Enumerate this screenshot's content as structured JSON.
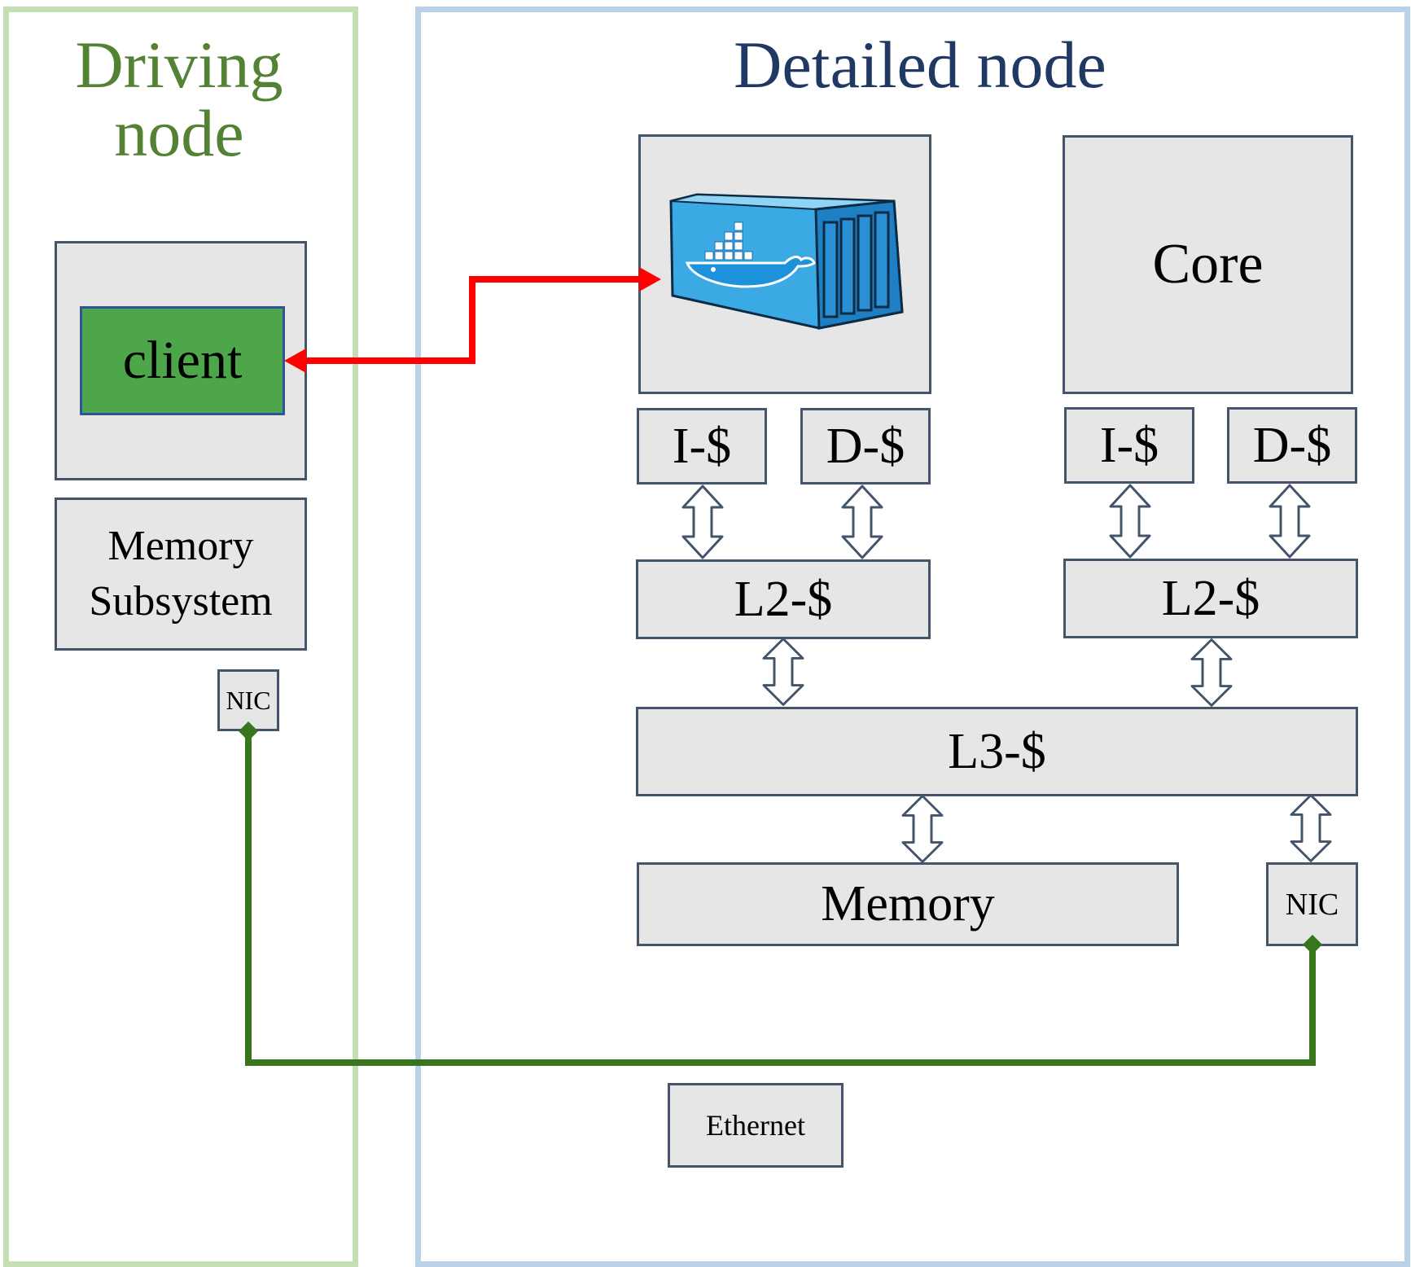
{
  "driving_node": {
    "title_line1": "Driving",
    "title_line2": "node",
    "client_label": "client",
    "memory_line1": "Memory",
    "memory_line2": "Subsystem",
    "nic_label": "NIC"
  },
  "detailed_node": {
    "title": "Detailed node",
    "container_icon": "docker-container-icon",
    "core_label": "Core",
    "left_cluster": {
      "icache": "I-$",
      "dcache": "D-$",
      "l2": "L2-$"
    },
    "right_cluster": {
      "icache": "I-$",
      "dcache": "D-$",
      "l2": "L2-$"
    },
    "l3_label": "L3-$",
    "memory_label": "Memory",
    "nic_label": "NIC"
  },
  "network": {
    "ethernet_label": "Ethernet"
  },
  "colors": {
    "driving_border": "#c5dfb4",
    "driving_title": "#548235",
    "detailed_border": "#b9d2ea",
    "detailed_title": "#203864",
    "box_fill": "#e7e6e6",
    "box_border": "#44546a",
    "client_fill": "#4ea64a",
    "link_red": "#ff0000",
    "link_green": "#38761d"
  }
}
